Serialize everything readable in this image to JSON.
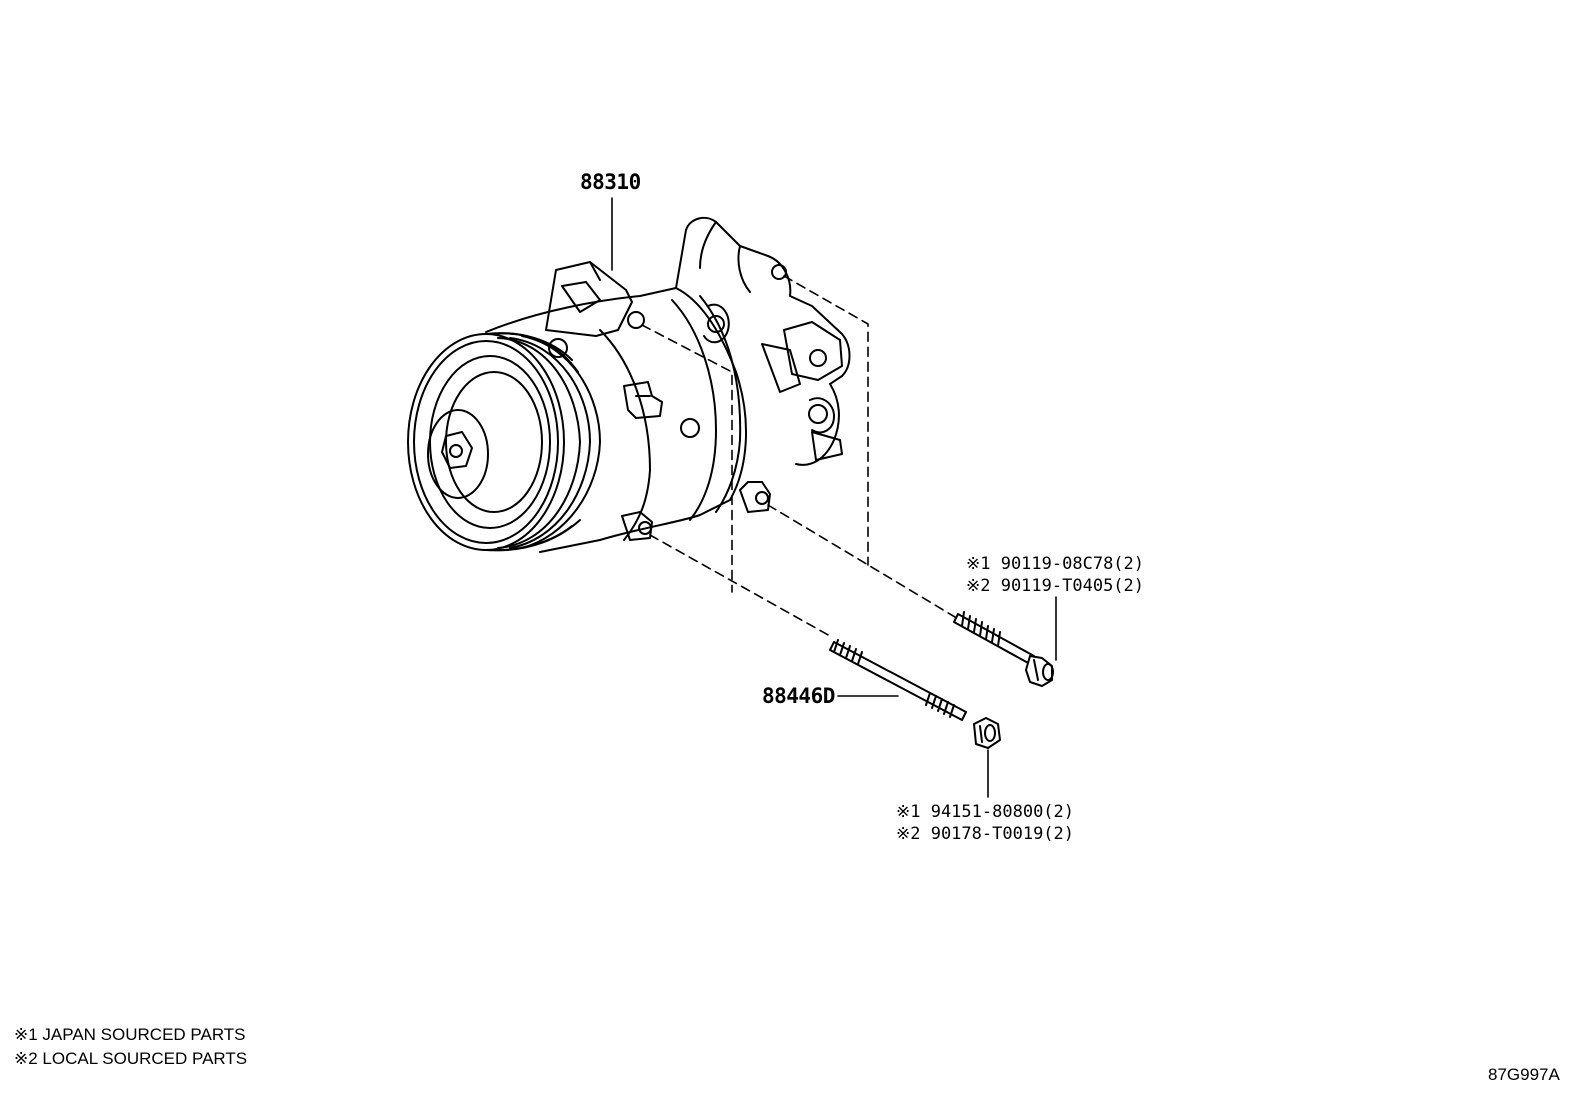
{
  "callouts": {
    "compressor": "88310",
    "stud_bolt": "88446D"
  },
  "bolt_parts": {
    "japan": "※1 90119-08C78(2)",
    "local": "※2 90119-T0405(2)"
  },
  "nut_parts": {
    "japan": "※1 94151-80800(2)",
    "local": "※2 90178-T0019(2)"
  },
  "legend": {
    "japan": "※1 JAPAN SOURCED PARTS",
    "local": "※2 LOCAL SOURCED PARTS"
  },
  "figure_number": "87G997A"
}
